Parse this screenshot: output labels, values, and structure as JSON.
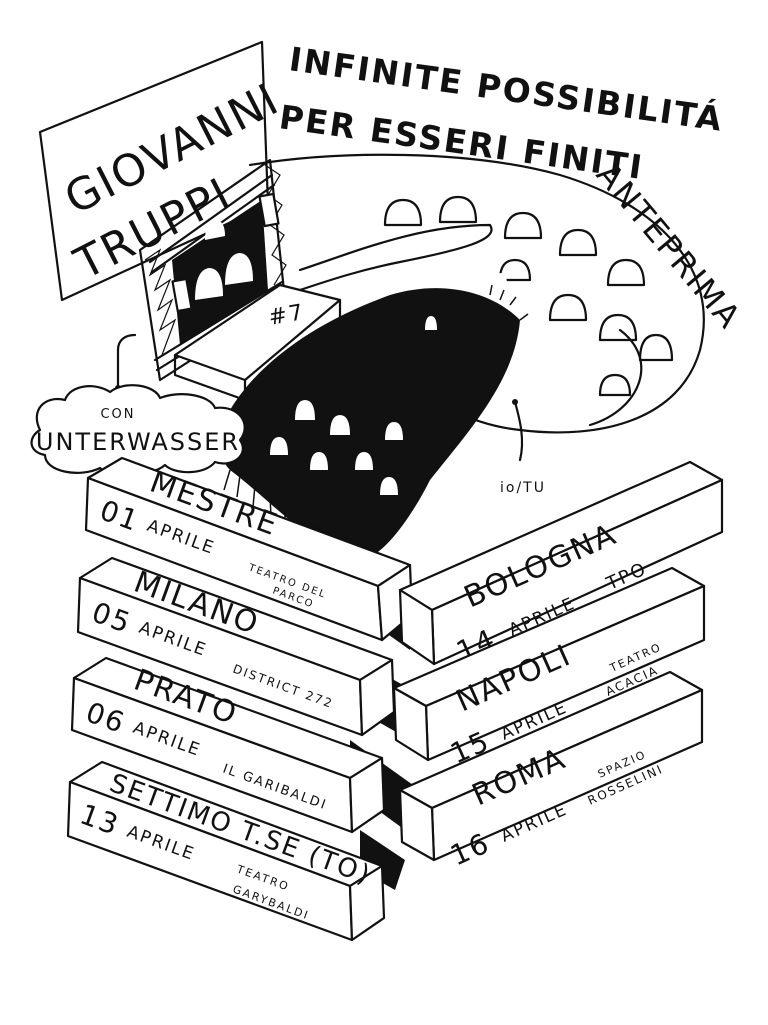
{
  "artist": {
    "first": "GIOVANNI",
    "last": "TRUPPI"
  },
  "title": {
    "line1": "INFINITE POSSIBILITÁ",
    "line2": "PER ESSERI FINITI",
    "badge": "ANTEPRIMA"
  },
  "guest": {
    "con": "CON",
    "name": "UNTERWASSER"
  },
  "audience_label": "io/TU",
  "stage_mark": "#7",
  "dates_left": [
    {
      "city": "MESTRE",
      "day": "01",
      "month": "APRILE",
      "venue_line1": "TEATRO DEL",
      "venue_line2": "PARCO"
    },
    {
      "city": "MILANO",
      "day": "05",
      "month": "APRILE",
      "venue_line1": "DISTRICT 272",
      "venue_line2": ""
    },
    {
      "city": "PRATO",
      "day": "06",
      "month": "APRILE",
      "venue_line1": "IL GARIBALDI",
      "venue_line2": ""
    },
    {
      "city": "SETTIMO T.SE (TO)",
      "day": "13",
      "month": "APRILE",
      "venue_line1": "TEATRO",
      "venue_line2": "GARYBALDI"
    }
  ],
  "dates_right": [
    {
      "city": "BOLOGNA",
      "day": "14",
      "month": "APRILE",
      "venue_line1": "TPO",
      "venue_line2": ""
    },
    {
      "city": "NAPOLI",
      "day": "15",
      "month": "APRILE",
      "venue_line1": "TEATRO",
      "venue_line2": "ACACIA"
    },
    {
      "city": "ROMA",
      "day": "16",
      "month": "APRILE",
      "venue_line1": "SPAZIO",
      "venue_line2": "ROSSELINI"
    }
  ]
}
